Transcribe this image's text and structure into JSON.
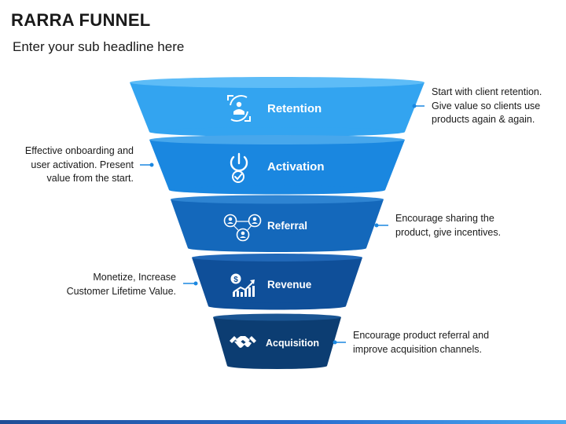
{
  "title": "RARRA FUNNEL",
  "subtitle": "Enter your sub headline here",
  "colors": {
    "retention": "#33a4f0",
    "activation": "#1a87e0",
    "referral": "#1468bb",
    "revenue": "#0f4f99",
    "acquisition": "#0c3d72",
    "connector": "#1a87e0"
  },
  "stages": [
    {
      "label": "Retention",
      "icon": "retention-cycle-icon",
      "note": [
        "Start with client retention.",
        "Give value so clients use",
        "products again & again."
      ],
      "note_side": "right"
    },
    {
      "label": "Activation",
      "icon": "power-check-icon",
      "note": [
        "Effective onboarding and",
        "user activation. Present",
        "value from the start."
      ],
      "note_side": "left"
    },
    {
      "label": "Referral",
      "icon": "people-network-icon",
      "note": [
        "Encourage sharing the",
        "product, give incentives."
      ],
      "note_side": "right"
    },
    {
      "label": "Revenue",
      "icon": "dollar-growth-chart-icon",
      "note": [
        "Monetize, Increase",
        "Customer Lifetime Value."
      ],
      "note_side": "left"
    },
    {
      "label": "Acquisition",
      "icon": "handshake-icon",
      "note": [
        "Encourage product referral and",
        "improve acquisition channels."
      ],
      "note_side": "right"
    }
  ]
}
